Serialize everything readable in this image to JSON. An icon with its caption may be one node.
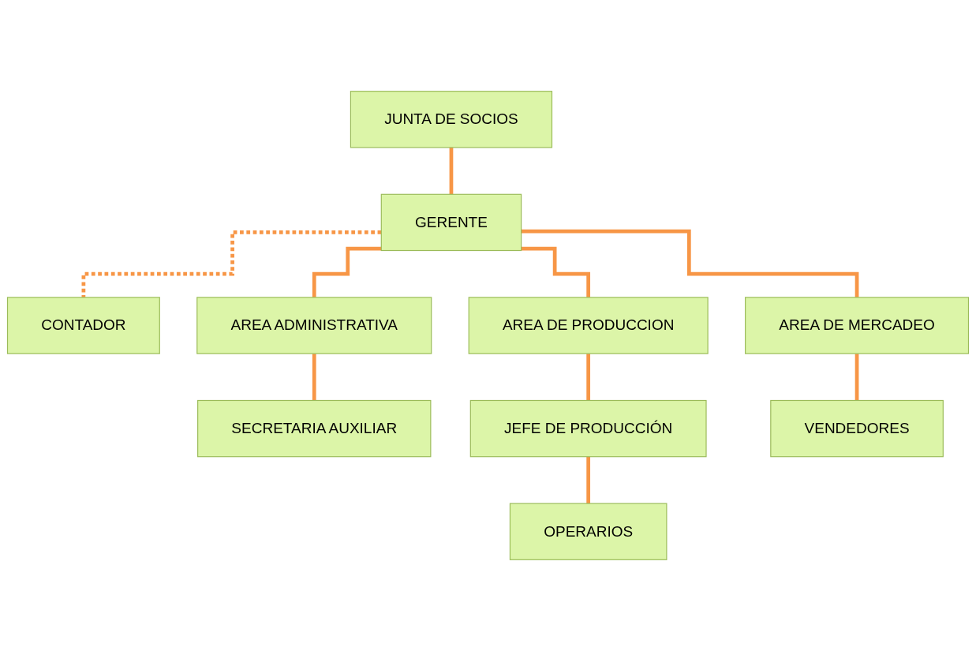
{
  "diagram": {
    "nodes": [
      {
        "text": [
          "JUNTA DE SOCIOS"
        ]
      },
      {
        "text": [
          "GERENTE"
        ]
      },
      {
        "text": [
          "CONTADOR"
        ]
      },
      {
        "text": [
          "AREA ADMINISTRATIVA"
        ]
      },
      {
        "text": [
          "AREA DE PRODUCCION"
        ]
      },
      {
        "text": [
          "AREA DE MERCADEO"
        ]
      },
      {
        "text": [
          "SECRETARIA AUXILIAR"
        ]
      },
      {
        "text": [
          "JEFE DE PRODUCCIÓN"
        ]
      },
      {
        "text": [
          "OPERARIOS"
        ]
      },
      {
        "text": [
          "VENDEDORES"
        ]
      }
    ],
    "edges": [
      {
        "from": 0,
        "to": 1,
        "arrow": "none"
      },
      {
        "from": 1,
        "to": 2,
        "arrow": "none",
        "style": "dashed"
      },
      {
        "from": 1,
        "to": 3,
        "arrow": "none"
      },
      {
        "from": 1,
        "to": 4,
        "arrow": "none"
      },
      {
        "from": 1,
        "to": 5,
        "arrow": "none"
      },
      {
        "from": 3,
        "to": 6,
        "arrow": "none"
      },
      {
        "from": 4,
        "to": 7,
        "arrow": "none"
      },
      {
        "from": 7,
        "to": 8,
        "arrow": "none"
      },
      {
        "from": 5,
        "to": 9,
        "arrow": "none"
      }
    ]
  }
}
